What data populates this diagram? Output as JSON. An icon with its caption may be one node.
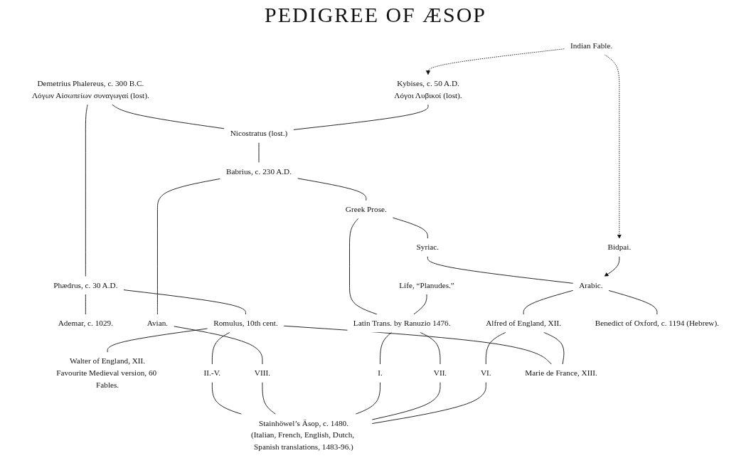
{
  "diagram": {
    "title": "PEDIGREE OF ÆSOP",
    "nodes": [
      {
        "text": [
          "Indian Fable."
        ]
      },
      {
        "text": [
          "Demetrius Phalereus, c. 300 B.C.",
          "Λόγων Αἰσωπείων συναγωγαί (lost)."
        ]
      },
      {
        "text": [
          "Kybises, c. 50 A.D.",
          "Λόγοι Λυβικοί (lost)."
        ]
      },
      {
        "text": [
          "Phædrus, c. 30 A.D."
        ]
      },
      {
        "text": [
          "Nicostratus (lost.)"
        ]
      },
      {
        "text": [
          "Bidpai."
        ]
      },
      {
        "text": [
          "Babrius, c. 230 A.D."
        ]
      },
      {
        "text": [
          "Ademar, c. 1029."
        ]
      },
      {
        "text": [
          "Romulus, 10th cent."
        ]
      },
      {
        "text": [
          "Avian."
        ]
      },
      {
        "text": [
          "Greek Prose."
        ]
      },
      {
        "text": [
          "Life, “Planudes.”"
        ]
      },
      {
        "text": [
          "Syriac."
        ]
      },
      {
        "text": [
          "Walter of England, XII.",
          "Favourite Medieval version, 60 Fables."
        ]
      },
      {
        "text": [
          "Arabic."
        ]
      },
      {
        "text": [
          "Latin Trans. by Ranuzio 1476."
        ]
      },
      {
        "text": [
          "Alfred of England, XII."
        ]
      },
      {
        "text": [
          "Benedict of Oxford, c. 1194 (Hebrew)."
        ]
      },
      {
        "text": [
          "II.-V."
        ]
      },
      {
        "text": [
          "VIII."
        ]
      },
      {
        "text": [
          "I."
        ]
      },
      {
        "text": [
          "VII."
        ]
      },
      {
        "text": [
          "VI."
        ]
      },
      {
        "text": [
          "Marie de France, XIII."
        ]
      },
      {
        "text": [
          "Stainhöwel’s Äsop, c. 1480.",
          "(Italian, French, English, Dutch, Spanish translations, 1483-96.)"
        ]
      }
    ],
    "edges": [
      {
        "from": 0,
        "to": 2,
        "arrow": "to",
        "style": "dashed"
      },
      {
        "from": 0,
        "to": 5,
        "arrow": "to",
        "style": "dashed"
      },
      {
        "from": 1,
        "to": 3,
        "arrow": "none"
      },
      {
        "from": 1,
        "to": 4,
        "arrow": "none"
      },
      {
        "from": 2,
        "to": 4,
        "arrow": "none"
      },
      {
        "from": 4,
        "to": 6,
        "arrow": "none"
      },
      {
        "from": 3,
        "to": 7,
        "arrow": "none"
      },
      {
        "from": 3,
        "to": 8,
        "arrow": "none"
      },
      {
        "from": 6,
        "to": 9,
        "arrow": "none"
      },
      {
        "from": 6,
        "to": 10,
        "arrow": "none"
      },
      {
        "from": 8,
        "to": 13,
        "arrow": "none"
      },
      {
        "from": 10,
        "to": 12,
        "arrow": "none"
      },
      {
        "from": 10,
        "to": 15,
        "arrow": "none"
      },
      {
        "from": 11,
        "to": 15,
        "arrow": "none"
      },
      {
        "from": 12,
        "to": 14,
        "arrow": "none"
      },
      {
        "from": 5,
        "to": 14,
        "arrow": "to"
      },
      {
        "from": 14,
        "to": 16,
        "arrow": "none"
      },
      {
        "from": 14,
        "to": 17,
        "arrow": "none"
      },
      {
        "from": 8,
        "to": 18,
        "arrow": "none"
      },
      {
        "from": 9,
        "to": 19,
        "arrow": "none"
      },
      {
        "from": 15,
        "to": 20,
        "arrow": "none"
      },
      {
        "from": 15,
        "to": 21,
        "arrow": "none"
      },
      {
        "from": 16,
        "to": 22,
        "arrow": "none"
      },
      {
        "from": 8,
        "to": 23,
        "arrow": "none"
      },
      {
        "from": 16,
        "to": 23,
        "arrow": "none"
      },
      {
        "from": 18,
        "to": 24,
        "arrow": "none"
      },
      {
        "from": 19,
        "to": 24,
        "arrow": "none"
      },
      {
        "from": 20,
        "to": 24,
        "arrow": "none"
      },
      {
        "from": 21,
        "to": 24,
        "arrow": "none"
      },
      {
        "from": 22,
        "to": 24,
        "arrow": "none"
      }
    ]
  }
}
